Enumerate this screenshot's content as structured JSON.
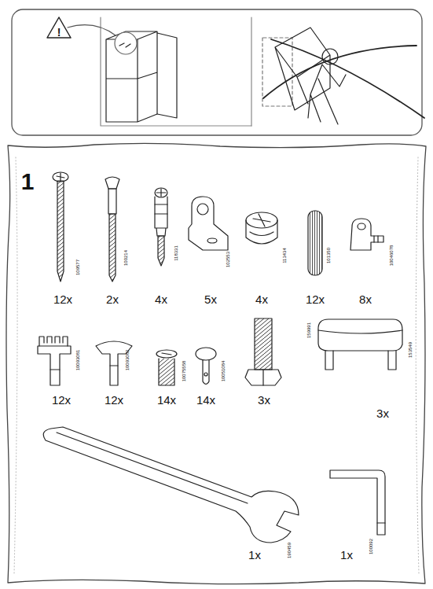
{
  "diagram": {
    "labels": [
      "!",
      "1",
      "109577",
      "12x",
      "100214",
      "2x",
      "118331",
      "4x",
      "102553",
      "5x",
      "113434",
      "4x",
      "101350",
      "12x",
      "10046078",
      "8x",
      "10093081",
      "12x",
      "10093082",
      "12x",
      "10075558",
      "14x",
      "10051084",
      "14x",
      "3x",
      "159991",
      "153549",
      "3x",
      "190459",
      "1x",
      "100092",
      "1x"
    ]
  }
}
